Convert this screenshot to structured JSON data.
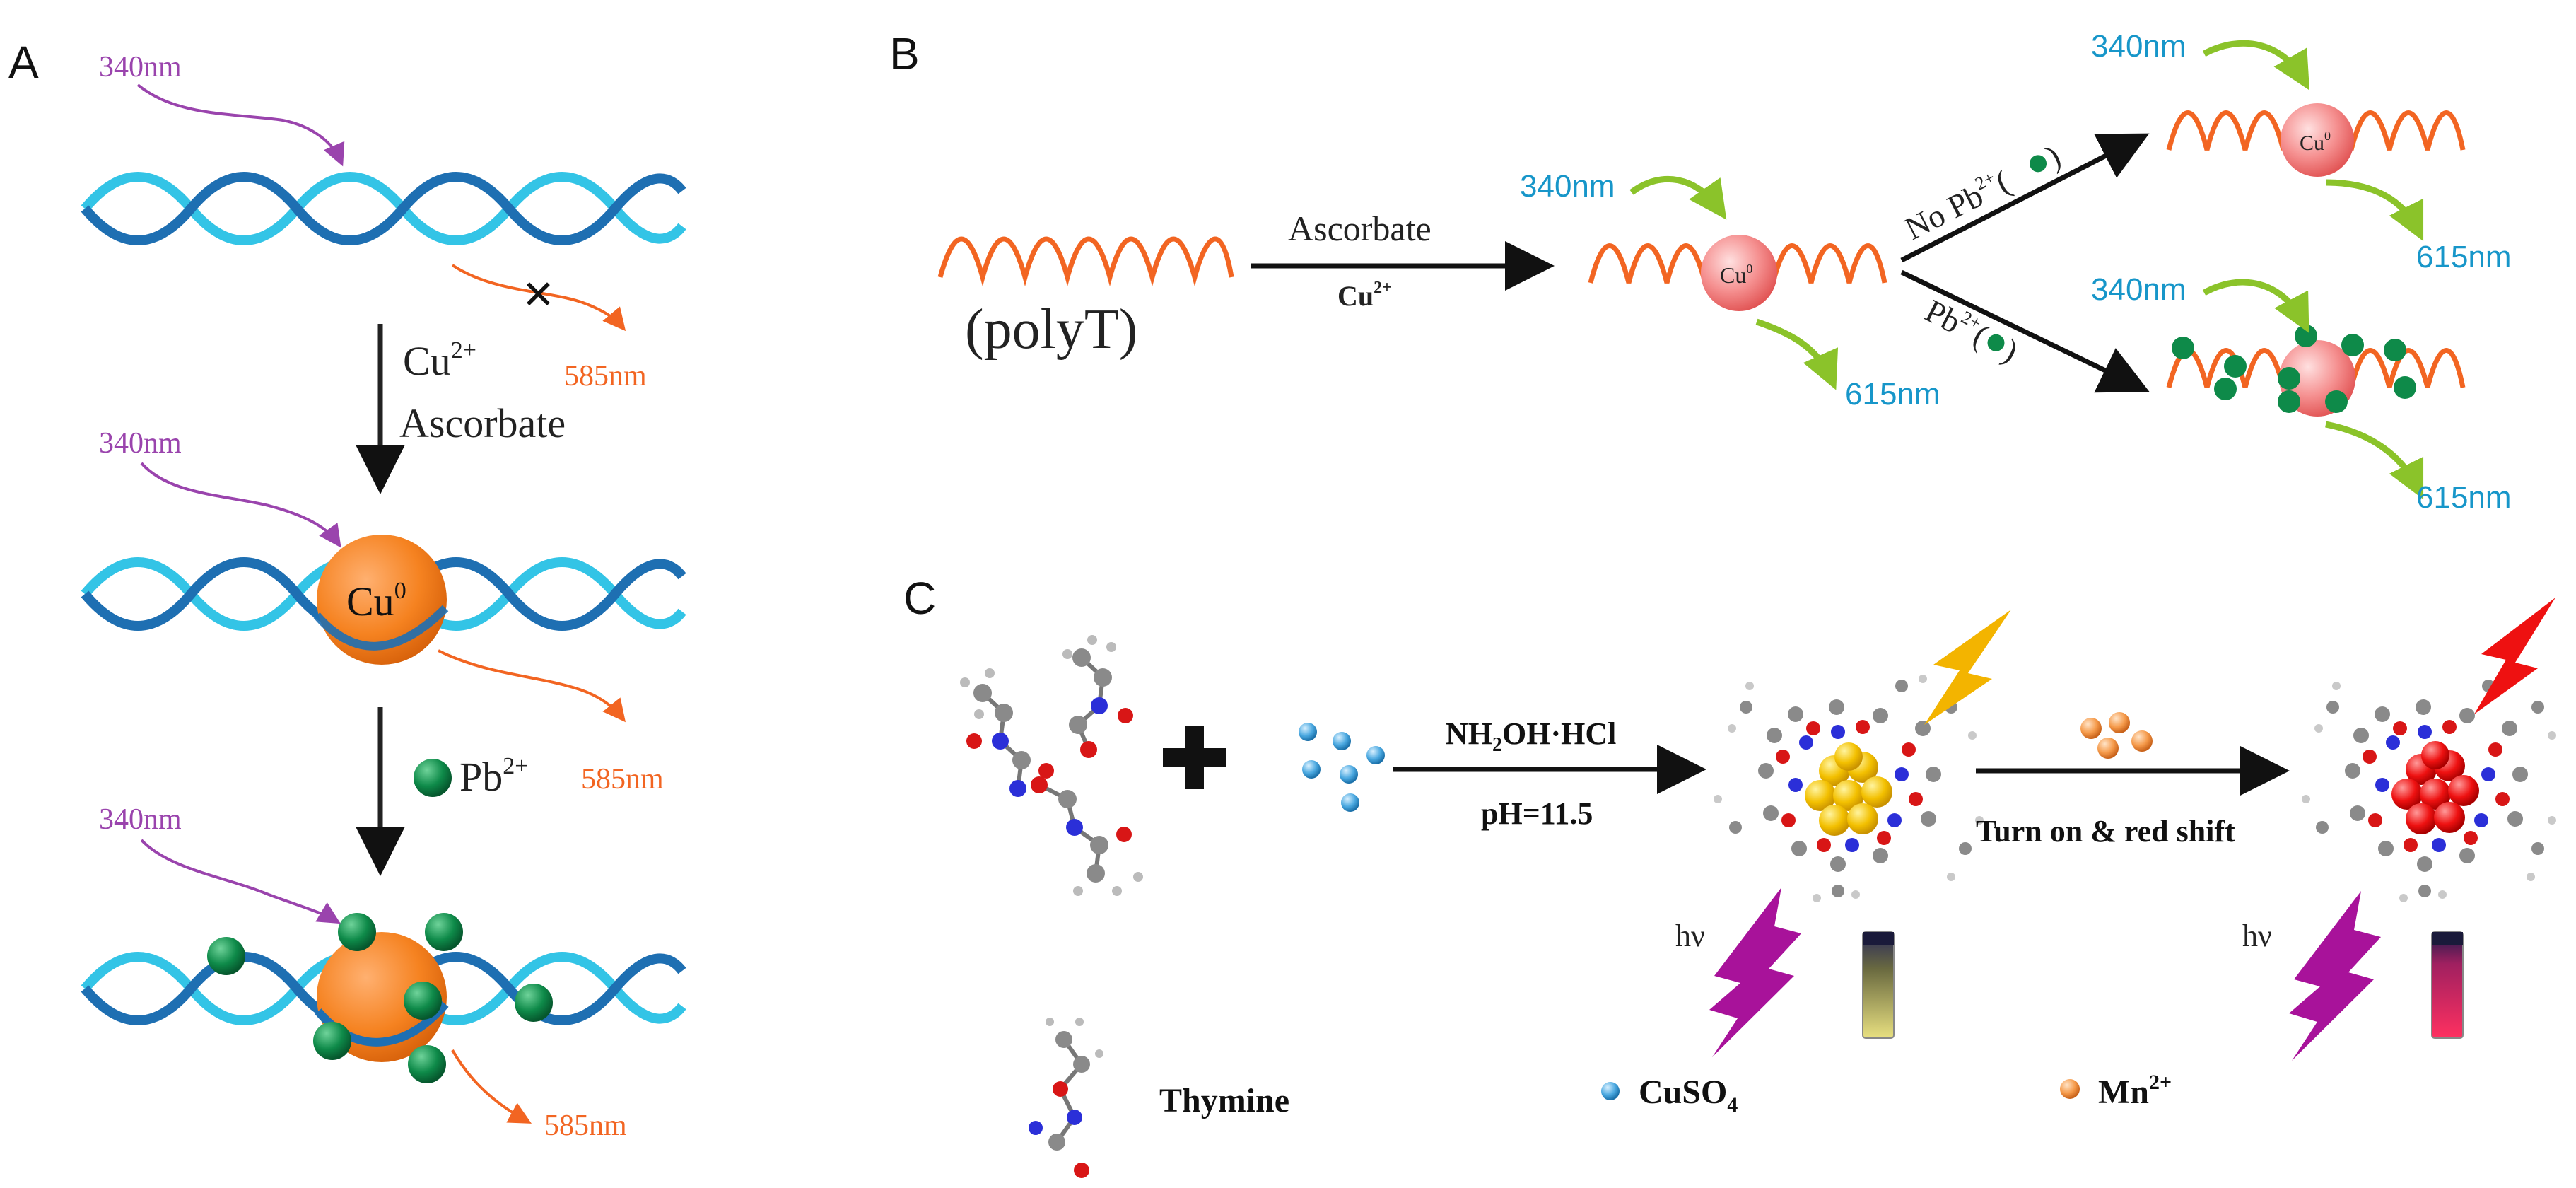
{
  "colors": {
    "purple": "#9a44ad",
    "orange": "#f26522",
    "teal": "#1796c9",
    "light_cyan": "#33c4e6",
    "dark_blue": "#1e6fb2",
    "green_arrow": "#8bc32a",
    "orange_sphere": "#f58220",
    "pink_sphere": "#f07878",
    "green_dot": "#0e8a49",
    "magenta_bolt": "#a8129a",
    "yellow_bolt": "#f3b400",
    "red_bolt": "#ee1111"
  },
  "panelA": {
    "letter": "A",
    "top_excitation": "340nm",
    "top_emission": "585nm",
    "step1_line1": "Cu",
    "step1_line1_sup": "2+",
    "step1_line2": "Ascorbate",
    "mid_excitation": "340nm",
    "mid_particle": "Cu",
    "mid_particle_sup": "0",
    "mid_emission": "585nm",
    "step2_label": "Pb",
    "step2_sup": "2+",
    "bottom_excitation": "340nm",
    "bottom_emission": "585nm"
  },
  "panelB": {
    "letter": "B",
    "polyT_label": "(polyT)",
    "arrow_top": "Ascorbate",
    "arrow_bottom": "Cu",
    "arrow_bottom_sup": "2+",
    "mid_excitation": "340nm",
    "mid_particle": "Cu",
    "mid_particle_sup": "0",
    "mid_emission": "615nm",
    "branch_up": "No Pb",
    "branch_up_sup": "2+",
    "branch_down": "Pb",
    "branch_down_sup": "2+",
    "top_excitation": "340nm",
    "top_particle": "Cu",
    "top_particle_sup": "0",
    "top_emission": "615nm",
    "bottom_excitation": "340nm",
    "bottom_emission": "615nm"
  },
  "panelC": {
    "letter": "C",
    "arrow1_top": "NH",
    "arrow1_top_sub": "2",
    "arrow1_top_rest": "OH·HCl",
    "arrow1_bottom": "pH=11.5",
    "arrow2_bottom": "Turn on & red shift",
    "hv_left": "hν",
    "hv_right": "hν",
    "legend_thymine": "Thymine",
    "legend_cuso4": "CuSO",
    "legend_cuso4_sub": "4",
    "legend_mn": "Mn",
    "legend_mn_sup": "2+"
  }
}
